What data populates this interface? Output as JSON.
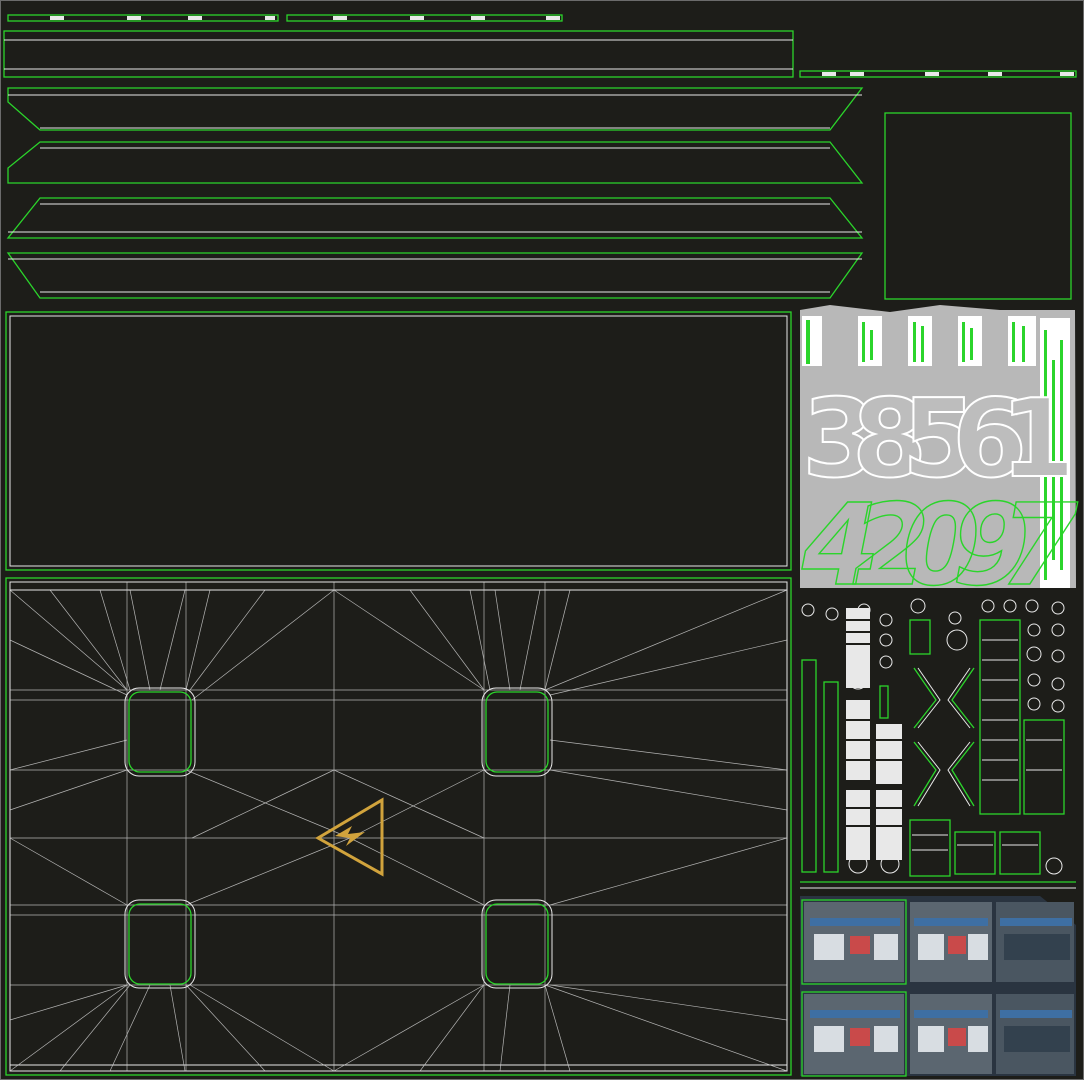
{
  "uv_sheet": {
    "digits_top": [
      "3",
      "8",
      "5",
      "6",
      "1"
    ],
    "digits_bottom": [
      "4",
      "2",
      "0",
      "9",
      "7"
    ],
    "warning_icon": "high-voltage-warning-icon",
    "colors": {
      "background": "#1d1d19",
      "seam": "#2bd52b",
      "edge": "#e8e8e8",
      "warning": "#d1a33c",
      "digit_fill": "#bdbdbd",
      "panel_blue": "#3e6fa3"
    }
  }
}
